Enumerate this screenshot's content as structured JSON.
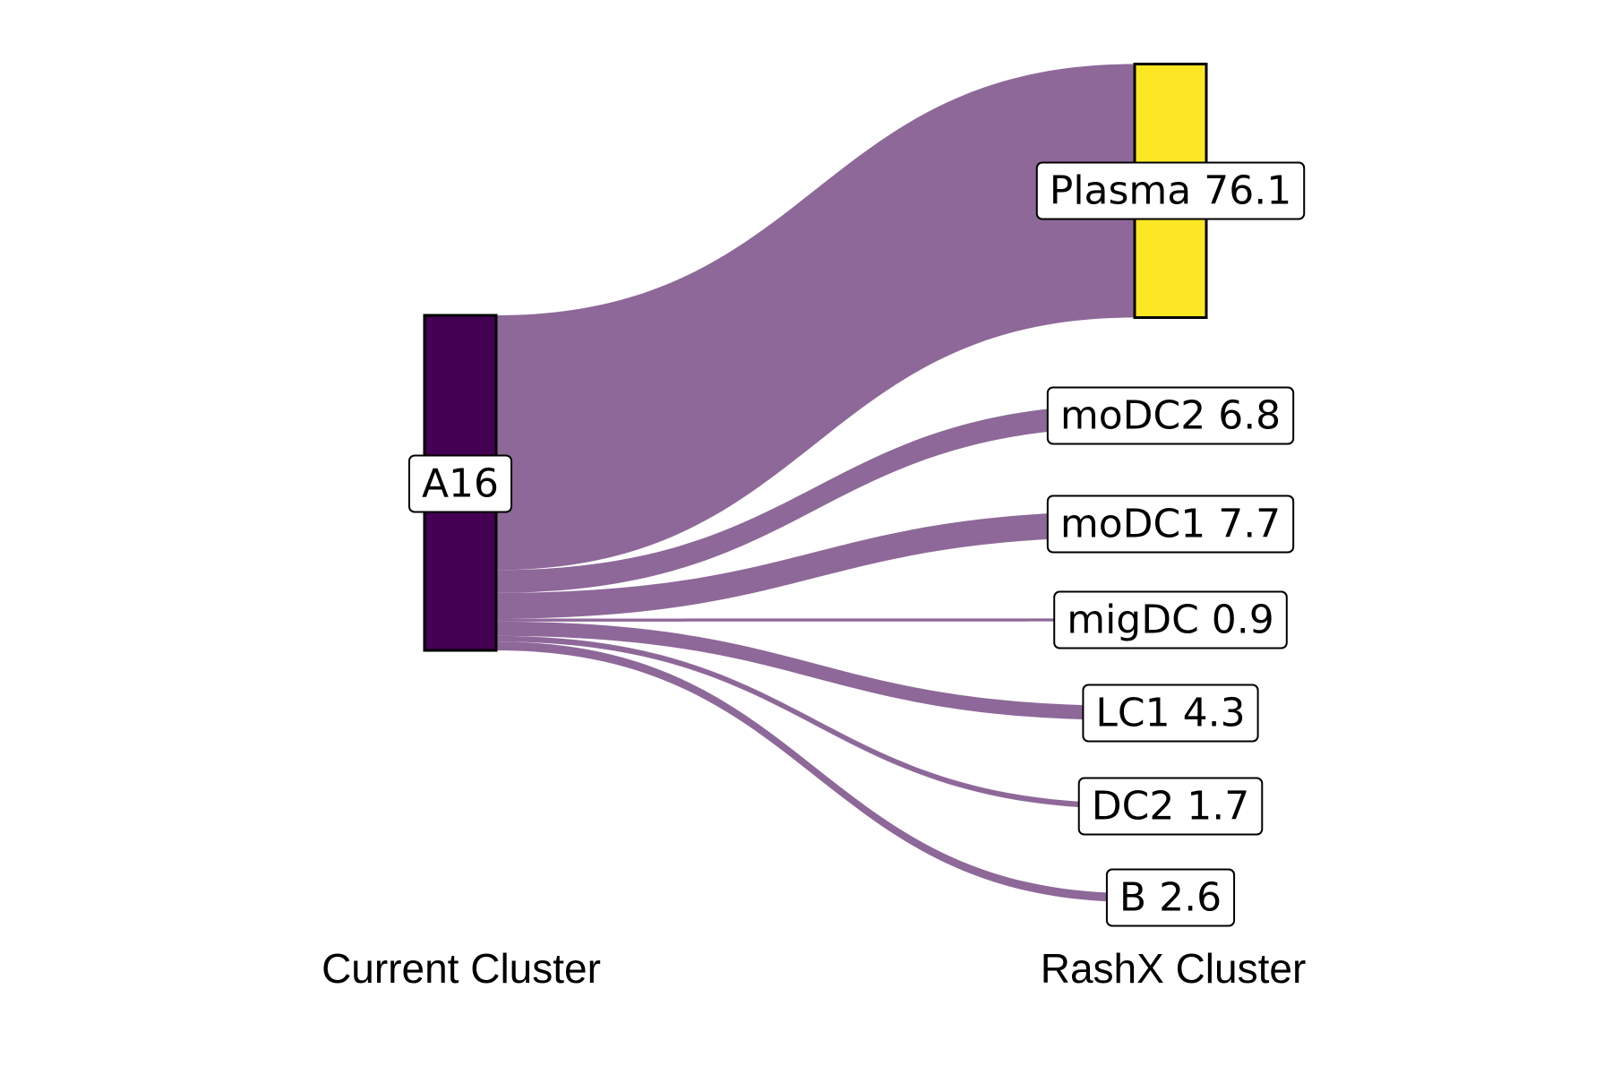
{
  "chart_data": {
    "type": "sankey",
    "source": {
      "name": "A16",
      "color": "#440154"
    },
    "targets": [
      {
        "name": "Plasma",
        "value": 76.1,
        "color": "#FDE725",
        "label": "Plasma 76.1"
      },
      {
        "name": "moDC2",
        "value": 6.8,
        "label": "moDC2 6.8"
      },
      {
        "name": "moDC1",
        "value": 7.7,
        "label": "moDC1 7.7"
      },
      {
        "name": "migDC",
        "value": 0.9,
        "label": "migDC 0.9"
      },
      {
        "name": "LC1",
        "value": 4.3,
        "label": "LC1 4.3"
      },
      {
        "name": "DC2",
        "value": 1.7,
        "label": "DC2 1.7"
      },
      {
        "name": "B",
        "value": 2.6,
        "label": "B 2.6"
      }
    ],
    "link_color": "#8E6899",
    "xlabel_left": "Current Cluster",
    "xlabel_right": "RashX Cluster"
  }
}
